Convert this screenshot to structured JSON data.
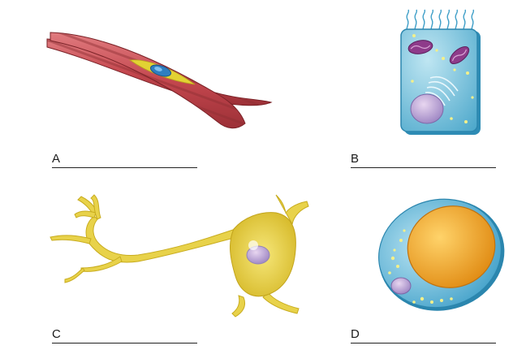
{
  "figures": [
    {
      "letter": "A",
      "illustration": "smooth-muscle-cell-icon"
    },
    {
      "letter": "B",
      "illustration": "epithelial-cell-icon"
    },
    {
      "letter": "C",
      "illustration": "neuron-icon"
    },
    {
      "letter": "D",
      "illustration": "fat-cell-icon"
    }
  ],
  "colors": {
    "muscle": "#c8555a",
    "muscle_stripe": "#8e2e34",
    "epithelial_body": "#7ec6de",
    "neuron": "#e8d24a",
    "fat_droplet": "#f0a830",
    "fat_membrane": "#6fc0df"
  }
}
